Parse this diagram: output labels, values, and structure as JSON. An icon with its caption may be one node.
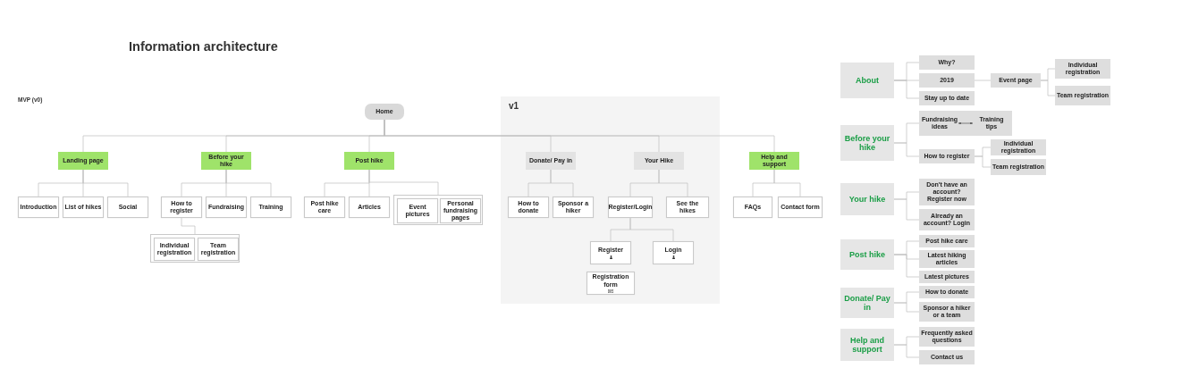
{
  "diagram": {
    "title": "Information architecture",
    "nodes": [
      {
        "text": [
          "Home"
        ]
      },
      {
        "text": [
          "v1"
        ]
      },
      {
        "text": [
          "Landing page"
        ]
      },
      {
        "text": [
          "Before your hike"
        ]
      },
      {
        "text": [
          "Post hike"
        ]
      },
      {
        "text": [
          "Donate/ Pay in"
        ],
        "in": 1
      },
      {
        "text": [
          "Your Hike"
        ],
        "in": 1
      },
      {
        "text": [
          "Help and support"
        ]
      },
      {
        "text": [
          "Introduction"
        ]
      },
      {
        "text": [
          "List of hikes"
        ]
      },
      {
        "text": [
          "Social"
        ]
      },
      {
        "text": [
          "How to register"
        ]
      },
      {
        "text": [
          "Fundraising"
        ]
      },
      {
        "text": [
          "Training"
        ]
      },
      {
        "text": [],
        "shape": "box"
      },
      {
        "text": [
          "Individual registration"
        ],
        "in": 14
      },
      {
        "text": [
          "Team registration"
        ],
        "in": 14
      },
      {
        "text": [
          "Post hike care"
        ]
      },
      {
        "text": [
          "Articles"
        ]
      },
      {
        "text": [],
        "shape": "box"
      },
      {
        "text": [
          "Event pictures"
        ],
        "in": 19
      },
      {
        "text": [
          "Personal fundraising pages"
        ],
        "in": 19
      },
      {
        "text": [
          "How to donate"
        ],
        "in": 1
      },
      {
        "text": [
          "Sponsor a hiker"
        ],
        "in": 1
      },
      {
        "text": [
          "Register/Login"
        ],
        "in": 1
      },
      {
        "text": [
          "See the hikes"
        ],
        "in": 1
      },
      {
        "text": [
          "Register"
        ],
        "in": 1
      },
      {
        "text": [
          "Login"
        ],
        "in": 1
      },
      {
        "text": [
          "Registration form"
        ],
        "in": 1
      },
      {
        "text": [
          "FAQs"
        ]
      },
      {
        "text": [
          "Contact form"
        ]
      },
      {
        "text": [
          "About"
        ]
      },
      {
        "text": [
          "Why?"
        ]
      },
      {
        "text": [
          "2019"
        ]
      },
      {
        "text": [
          "Stay up to date"
        ]
      },
      {
        "text": [
          "Event page"
        ]
      },
      {
        "text": [
          "Individual registration"
        ]
      },
      {
        "text": [
          "Team registration"
        ]
      },
      {
        "text": [
          "Before your hike"
        ]
      },
      {
        "text": [],
        "shape": "box"
      },
      {
        "text": [
          "Fundraising ideas"
        ],
        "in": 39
      },
      {
        "text": [
          "Training tips"
        ],
        "in": 39
      },
      {
        "text": [
          "How to register"
        ]
      },
      {
        "text": [
          "Individual registration"
        ]
      },
      {
        "text": [
          "Team registration"
        ]
      },
      {
        "text": [
          "Your hike"
        ]
      },
      {
        "text": [
          "Don't have an account? Register now"
        ]
      },
      {
        "text": [
          "Already an account? Login"
        ]
      },
      {
        "text": [
          "Post hike"
        ]
      },
      {
        "text": [
          "Post hike care"
        ]
      },
      {
        "text": [
          "Latest hiking articles"
        ]
      },
      {
        "text": [
          "Latest pictures"
        ]
      },
      {
        "text": [
          "Donate/ Pay in"
        ]
      },
      {
        "text": [
          "How to donate"
        ]
      },
      {
        "text": [
          "Sponsor a hiker or a team"
        ]
      },
      {
        "text": [
          "Help and support"
        ]
      },
      {
        "text": [
          "Frequently asked questions"
        ]
      },
      {
        "text": [
          "Contact us"
        ]
      }
    ],
    "edges": [
      {
        "from": 0,
        "to": 2,
        "arrow": "none"
      },
      {
        "from": 0,
        "to": 3,
        "arrow": "none"
      },
      {
        "from": 0,
        "to": 4,
        "arrow": "none"
      },
      {
        "from": 0,
        "to": 5,
        "arrow": "none"
      },
      {
        "from": 0,
        "to": 6,
        "arrow": "none"
      },
      {
        "from": 0,
        "to": 7,
        "arrow": "none"
      },
      {
        "from": 2,
        "to": 8,
        "arrow": "none"
      },
      {
        "from": 2,
        "to": 9,
        "arrow": "none"
      },
      {
        "from": 2,
        "to": 10,
        "arrow": "none"
      },
      {
        "from": 3,
        "to": 11,
        "arrow": "none"
      },
      {
        "from": 3,
        "to": 12,
        "arrow": "none"
      },
      {
        "from": 3,
        "to": 13,
        "arrow": "none"
      },
      {
        "from": 11,
        "to": 14,
        "arrow": "none"
      },
      {
        "from": 4,
        "to": 17,
        "arrow": "none"
      },
      {
        "from": 4,
        "to": 18,
        "arrow": "none"
      },
      {
        "from": 4,
        "to": 19,
        "arrow": "none"
      },
      {
        "from": 5,
        "to": 22,
        "arrow": "none"
      },
      {
        "from": 5,
        "to": 23,
        "arrow": "none"
      },
      {
        "from": 6,
        "to": 24,
        "arrow": "none"
      },
      {
        "from": 6,
        "to": 25,
        "arrow": "none"
      },
      {
        "from": 24,
        "to": 26,
        "arrow": "none"
      },
      {
        "from": 24,
        "to": 27,
        "arrow": "none"
      },
      {
        "from": 7,
        "to": 29,
        "arrow": "none"
      },
      {
        "from": 7,
        "to": 30,
        "arrow": "none"
      },
      {
        "from": 31,
        "to": 32,
        "arrow": "none"
      },
      {
        "from": 31,
        "to": 33,
        "arrow": "none"
      },
      {
        "from": 31,
        "to": 34,
        "arrow": "none"
      },
      {
        "from": 33,
        "to": 35,
        "arrow": "none"
      },
      {
        "from": 35,
        "to": 36,
        "arrow": "none"
      },
      {
        "from": 35,
        "to": 37,
        "arrow": "none"
      },
      {
        "from": 38,
        "to": 39,
        "arrow": "none"
      },
      {
        "from": 38,
        "to": 42,
        "arrow": "none"
      },
      {
        "from": 40,
        "to": 41,
        "arrow": "both",
        "color": "#555555"
      },
      {
        "from": 42,
        "to": 43,
        "arrow": "none"
      },
      {
        "from": 42,
        "to": 44,
        "arrow": "none"
      },
      {
        "from": 45,
        "to": 46,
        "arrow": "none"
      },
      {
        "from": 45,
        "to": 47,
        "arrow": "none"
      },
      {
        "from": 48,
        "to": 49,
        "arrow": "none"
      },
      {
        "from": 48,
        "to": 50,
        "arrow": "none"
      },
      {
        "from": 48,
        "to": 51,
        "arrow": "none"
      },
      {
        "from": 52,
        "to": 53,
        "arrow": "none"
      },
      {
        "from": 52,
        "to": 54,
        "arrow": "none"
      },
      {
        "from": 55,
        "to": 56,
        "arrow": "none"
      },
      {
        "from": 55,
        "to": 57,
        "arrow": "none"
      }
    ],
    "labels": [
      "MVP (v0)"
    ]
  }
}
